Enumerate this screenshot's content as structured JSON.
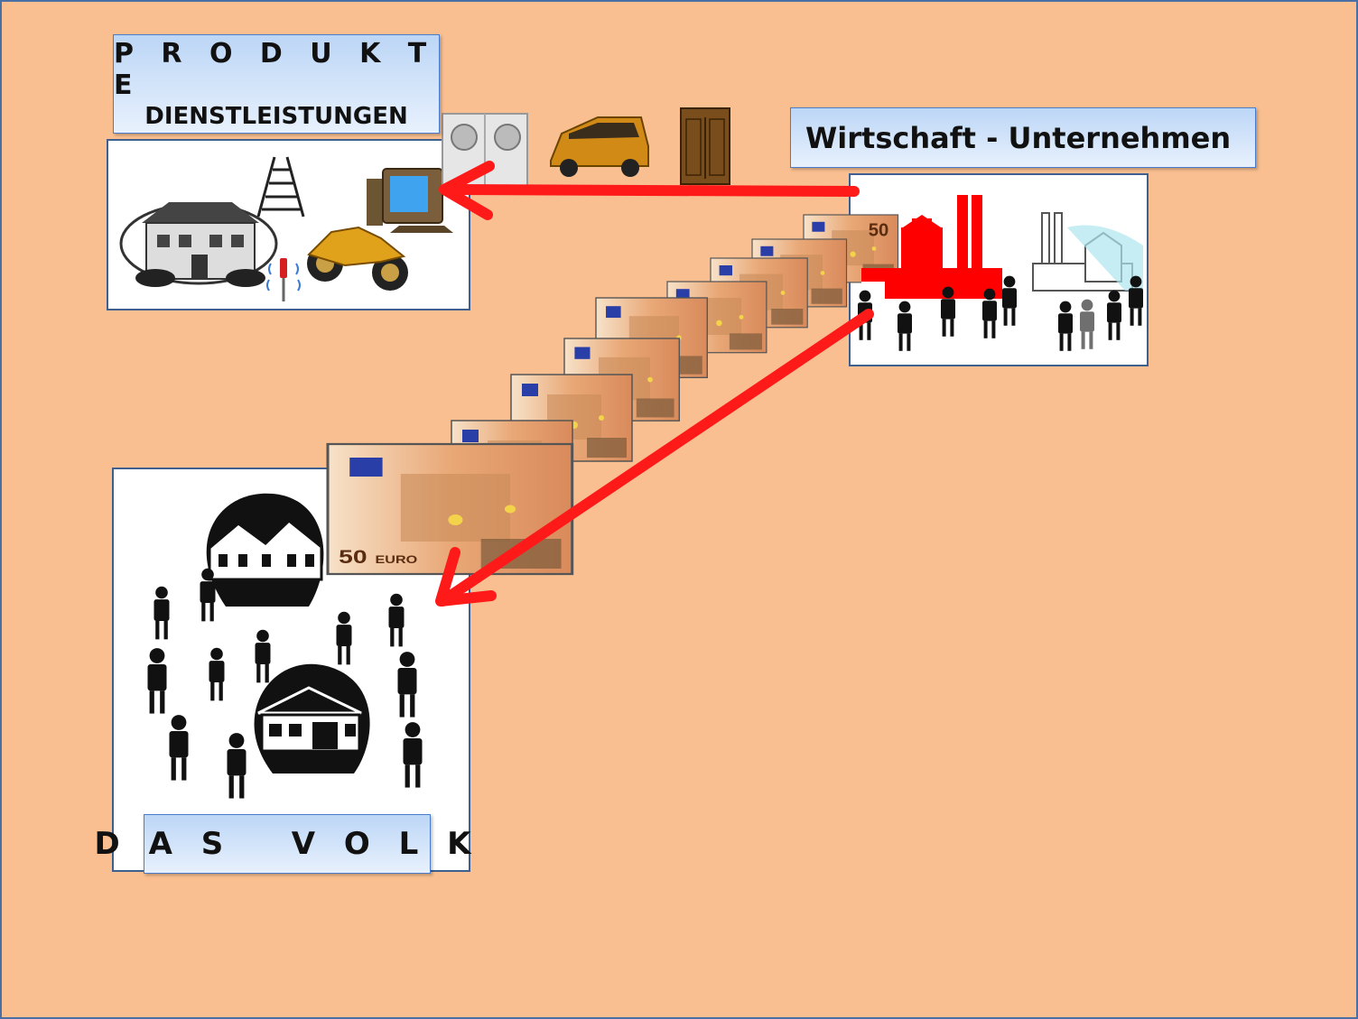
{
  "labels": {
    "products_line1": "P R O D U K T E",
    "products_line2": "DIENSTLEISTUNGEN",
    "economy": "Wirtschaft - Unternehmen",
    "people": "D A S   V O L K"
  },
  "banknote": {
    "denomination": "50",
    "currency": "EURO"
  },
  "colors": {
    "background": "#f9bf90",
    "arrow": "#ff1a1a",
    "factory": "#ff0000",
    "label_fill": "#d6e6fb",
    "panel_border": "#3f5f8f"
  },
  "icons": [
    "house-icon",
    "ladder-icon",
    "computer-icon",
    "washing-machine-icon",
    "car-icon",
    "wardrobe-icon",
    "motorcycle-icon",
    "screwdriver-icon",
    "factory-icon",
    "person-icon",
    "euro-banknote-icon",
    "arrow-icon"
  ]
}
